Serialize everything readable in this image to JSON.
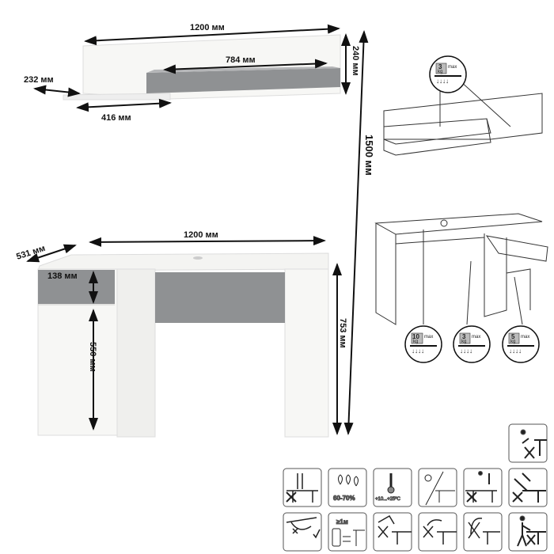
{
  "shelf": {
    "width": "1200 мм",
    "height": "240 мм",
    "inner_width": "784 мм",
    "depth": "232 мм",
    "bottom_width": "416 мм"
  },
  "overall_height": "1500 мм",
  "desk": {
    "depth": "531 мм",
    "width": "1200 мм",
    "drawer_height": "138 мм",
    "door_height": "550 мм",
    "height": "753 мм"
  },
  "load_limits": [
    {
      "value": "3",
      "unit": "kg",
      "label": "max"
    },
    {
      "value": "10",
      "unit": "kg",
      "label": "max"
    },
    {
      "value": "3",
      "unit": "kg",
      "label": "max"
    },
    {
      "value": "5",
      "unit": "kg",
      "label": "max"
    }
  ],
  "care_icons": {
    "humidity": "60-70%",
    "temperature": "+10...+25ºC",
    "heater_distance": "≥1м"
  },
  "colors": {
    "grey_panel": "#8f9193",
    "white_panel": "#f7f7f5",
    "line": "#111111"
  }
}
